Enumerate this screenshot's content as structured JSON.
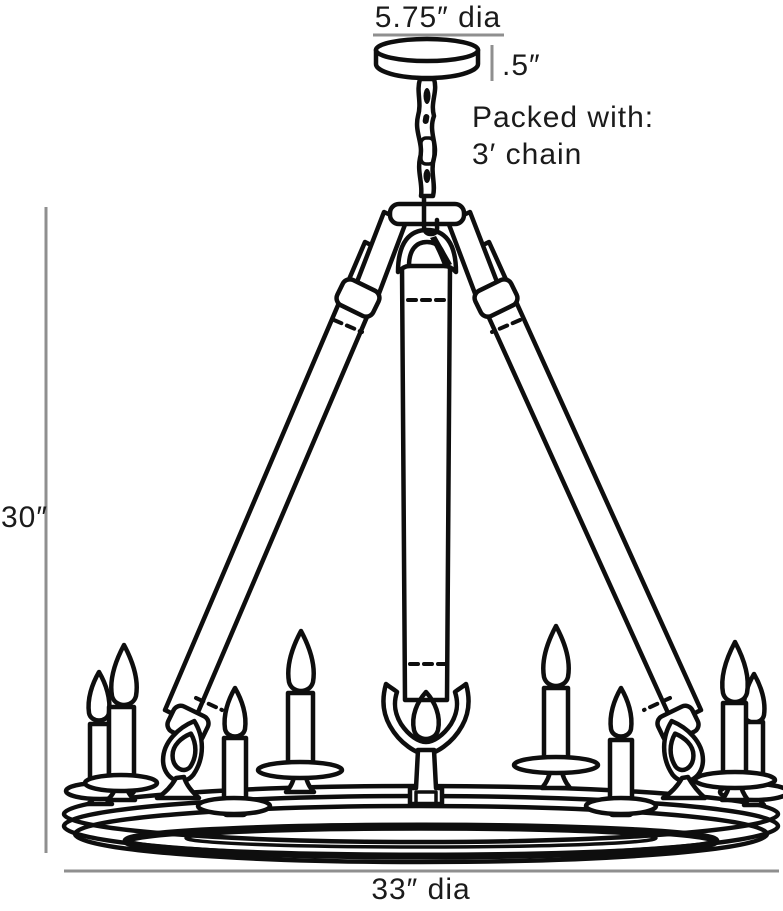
{
  "diagram": {
    "annotations": {
      "canopy_diameter": "5.75″ dia",
      "canopy_height": ".5″",
      "packed_note_line1": "Packed with:",
      "packed_note_line2": "3′ chain",
      "overall_height": "30″",
      "ring_diameter": "33″ dia"
    },
    "colors": {
      "line": "#0e0e0e",
      "dimension": "#8f8f8f",
      "text": "#1b1b1b",
      "background": "#ffffff"
    }
  }
}
